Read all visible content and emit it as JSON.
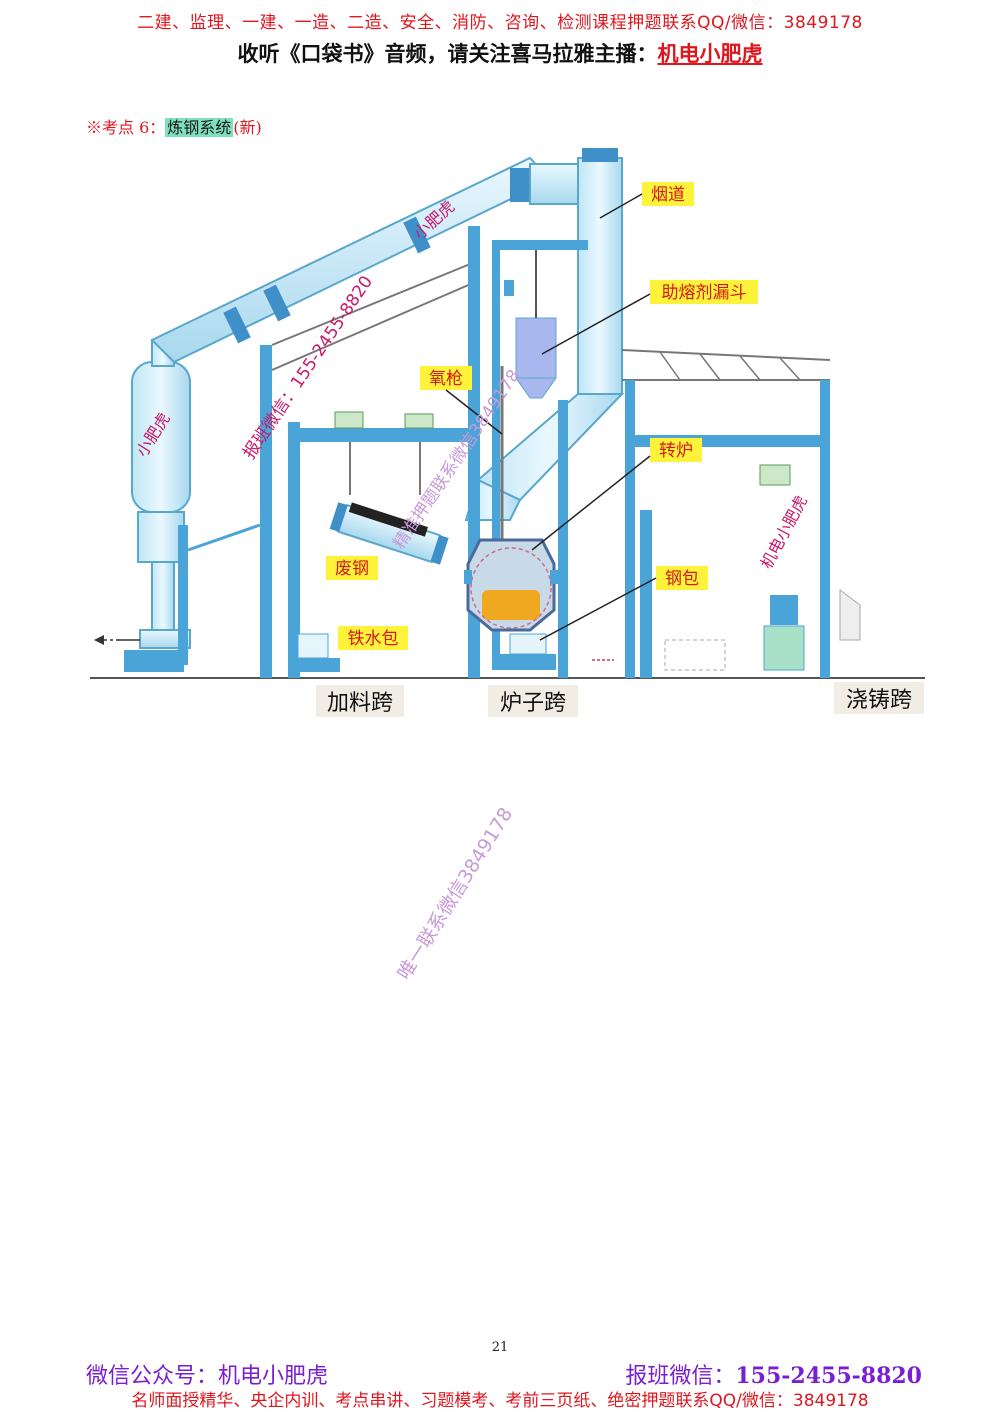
{
  "header": {
    "line1": "二建、监理、一建、一造、二造、安全、消防、咨询、检测课程押题联系QQ/微信：3849178",
    "line2_prefix": "收听《口袋书》音频，请关注喜马拉雅主播：",
    "line2_host": "机电小肥虎"
  },
  "section": {
    "prefix": "※考点 6：",
    "title": "炼钢系统",
    "suffix": "(新)"
  },
  "diagram": {
    "labels": {
      "flue": "烟道",
      "hopper": "助熔剂漏斗",
      "lance": "氧枪",
      "converter": "转炉",
      "scrap": "废钢",
      "ladle": "钢包",
      "iron_ladle": "铁水包"
    },
    "bays": {
      "charging": "加料跨",
      "furnace": "炉子跨",
      "casting": "浇铸跨"
    },
    "watermarks": {
      "w1": "小肥虎",
      "w2": "小肥虎",
      "w3": "报班微信：155-2455-8820",
      "w4": "精准押题联系微信3849178",
      "w5": "机电小肥虎"
    }
  },
  "watermark_center": "唯一联系微信3849178",
  "page_number": "21",
  "footer": {
    "left": "微信公众号：机电小肥虎",
    "right_label": "报班微信：",
    "right_phone": "155-2455-8820",
    "line3": "名师面授精华、央企内训、考点串讲、习题模考、考前三页纸、绝密押题联系QQ/微信：3849178"
  }
}
